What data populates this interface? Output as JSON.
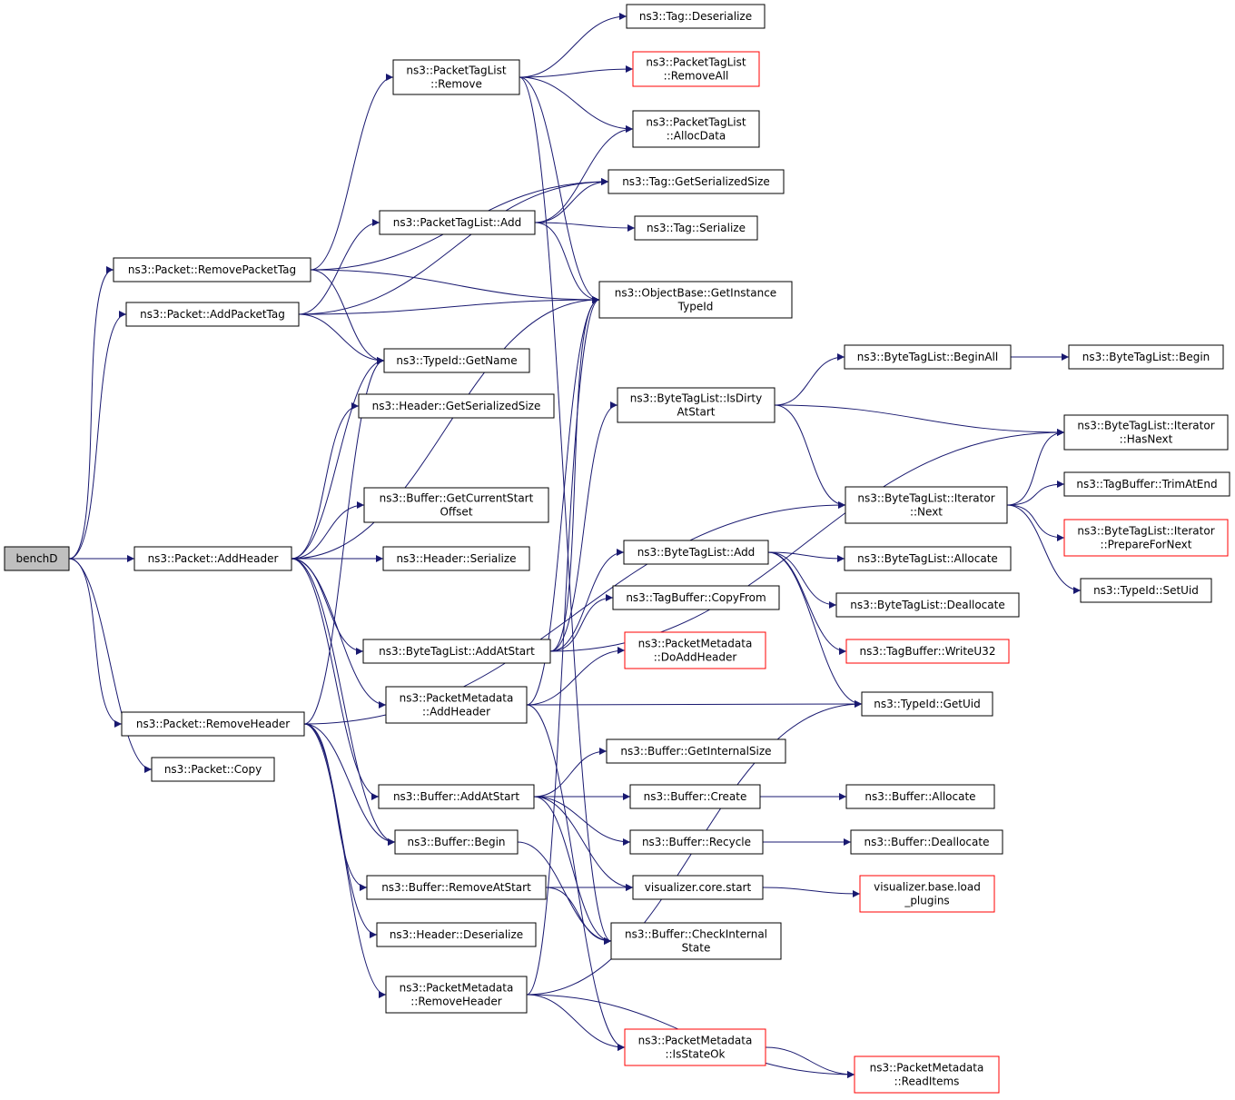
{
  "title": "",
  "colors": {
    "edge": "#191970",
    "root_fill": "#bfbfbf",
    "node_fill": "#ffffff",
    "node_border": "#000000",
    "incomplete_border": "#ff0000"
  },
  "nodes": [
    {
      "id": "benchD",
      "label": "benchD",
      "root": true
    },
    {
      "id": "rm_ptag",
      "label": "ns3::Packet::RemovePacketTag"
    },
    {
      "id": "add_ptag",
      "label": "ns3::Packet::AddPacketTag"
    },
    {
      "id": "add_hdr",
      "label": "ns3::Packet::AddHeader"
    },
    {
      "id": "rm_hdr",
      "label": "ns3::Packet::RemoveHeader"
    },
    {
      "id": "pkt_copy",
      "label": "ns3::Packet::Copy"
    },
    {
      "id": "ptl_remove",
      "label": "ns3::PacketTagList\n::Remove"
    },
    {
      "id": "ptl_add",
      "label": "ns3::PacketTagList::Add"
    },
    {
      "id": "tid_name",
      "label": "ns3::TypeId::GetName"
    },
    {
      "id": "hdr_gss",
      "label": "ns3::Header::GetSerializedSize"
    },
    {
      "id": "buf_gcso",
      "label": "ns3::Buffer::GetCurrentStart\nOffset"
    },
    {
      "id": "hdr_ser",
      "label": "ns3::Header::Serialize"
    },
    {
      "id": "btl_aas",
      "label": "ns3::ByteTagList::AddAtStart"
    },
    {
      "id": "pm_addhdr",
      "label": "ns3::PacketMetadata\n::AddHeader"
    },
    {
      "id": "buf_aas",
      "label": "ns3::Buffer::AddAtStart"
    },
    {
      "id": "buf_begin",
      "label": "ns3::Buffer::Begin"
    },
    {
      "id": "buf_ras",
      "label": "ns3::Buffer::RemoveAtStart"
    },
    {
      "id": "hdr_deser",
      "label": "ns3::Header::Deserialize"
    },
    {
      "id": "pm_rmhdr",
      "label": "ns3::PacketMetadata\n::RemoveHeader"
    },
    {
      "id": "tag_deser",
      "label": "ns3::Tag::Deserialize"
    },
    {
      "id": "ptl_rmall",
      "label": "ns3::PacketTagList\n::RemoveAll",
      "incomplete": true
    },
    {
      "id": "ptl_alloc",
      "label": "ns3::PacketTagList\n::AllocData"
    },
    {
      "id": "tag_gss",
      "label": "ns3::Tag::GetSerializedSize"
    },
    {
      "id": "tag_ser",
      "label": "ns3::Tag::Serialize"
    },
    {
      "id": "ob_git",
      "label": "ns3::ObjectBase::GetInstance\nTypeId"
    },
    {
      "id": "btl_dirty",
      "label": "ns3::ByteTagList::IsDirty\nAtStart"
    },
    {
      "id": "btl_add",
      "label": "ns3::ByteTagList::Add"
    },
    {
      "id": "tb_cf",
      "label": "ns3::TagBuffer::CopyFrom"
    },
    {
      "id": "pm_doadd",
      "label": "ns3::PacketMetadata\n::DoAddHeader",
      "incomplete": true
    },
    {
      "id": "buf_gis",
      "label": "ns3::Buffer::GetInternalSize"
    },
    {
      "id": "buf_create",
      "label": "ns3::Buffer::Create"
    },
    {
      "id": "buf_recycle",
      "label": "ns3::Buffer::Recycle"
    },
    {
      "id": "vis_start",
      "label": "visualizer.core.start"
    },
    {
      "id": "buf_cis",
      "label": "ns3::Buffer::CheckInternal\nState"
    },
    {
      "id": "pm_isok",
      "label": "ns3::PacketMetadata\n::IsStateOk",
      "incomplete": true
    },
    {
      "id": "btl_beginall",
      "label": "ns3::ByteTagList::BeginAll"
    },
    {
      "id": "btl_it_next",
      "label": "ns3::ByteTagList::Iterator\n::Next"
    },
    {
      "id": "btl_allocate",
      "label": "ns3::ByteTagList::Allocate"
    },
    {
      "id": "btl_dealloc",
      "label": "ns3::ByteTagList::Deallocate"
    },
    {
      "id": "tb_wu32",
      "label": "ns3::TagBuffer::WriteU32",
      "incomplete": true
    },
    {
      "id": "tid_getuid",
      "label": "ns3::TypeId::GetUid"
    },
    {
      "id": "buf_allocate",
      "label": "ns3::Buffer::Allocate"
    },
    {
      "id": "buf_dealloc",
      "label": "ns3::Buffer::Deallocate"
    },
    {
      "id": "vis_load",
      "label": "visualizer.base.load\n_plugins",
      "incomplete": true
    },
    {
      "id": "pm_readitems",
      "label": "ns3::PacketMetadata\n::ReadItems",
      "incomplete": true
    },
    {
      "id": "btl_begin",
      "label": "ns3::ByteTagList::Begin"
    },
    {
      "id": "btl_it_hasnext",
      "label": "ns3::ByteTagList::Iterator\n::HasNext"
    },
    {
      "id": "tb_trim",
      "label": "ns3::TagBuffer::TrimAtEnd"
    },
    {
      "id": "btl_it_pfn",
      "label": "ns3::ByteTagList::Iterator\n::PrepareForNext",
      "incomplete": true
    },
    {
      "id": "tid_setuid",
      "label": "ns3::TypeId::SetUid"
    }
  ],
  "edges": [
    [
      "benchD",
      "rm_ptag"
    ],
    [
      "benchD",
      "add_ptag"
    ],
    [
      "benchD",
      "add_hdr"
    ],
    [
      "benchD",
      "rm_hdr"
    ],
    [
      "benchD",
      "pkt_copy"
    ],
    [
      "rm_ptag",
      "ptl_remove"
    ],
    [
      "rm_ptag",
      "tag_gss"
    ],
    [
      "rm_ptag",
      "ob_git"
    ],
    [
      "rm_ptag",
      "tid_name"
    ],
    [
      "add_ptag",
      "ptl_add"
    ],
    [
      "add_ptag",
      "tag_gss"
    ],
    [
      "add_ptag",
      "ob_git"
    ],
    [
      "add_ptag",
      "tid_name"
    ],
    [
      "ptl_remove",
      "tag_deser"
    ],
    [
      "ptl_remove",
      "ptl_rmall"
    ],
    [
      "ptl_remove",
      "ptl_alloc"
    ],
    [
      "ptl_remove",
      "ob_git"
    ],
    [
      "ptl_remove",
      "buf_cis"
    ],
    [
      "ptl_add",
      "ptl_alloc"
    ],
    [
      "ptl_add",
      "tag_gss"
    ],
    [
      "ptl_add",
      "tag_ser"
    ],
    [
      "ptl_add",
      "ob_git"
    ],
    [
      "add_hdr",
      "tid_name"
    ],
    [
      "add_hdr",
      "hdr_gss"
    ],
    [
      "add_hdr",
      "buf_gcso"
    ],
    [
      "add_hdr",
      "hdr_ser"
    ],
    [
      "add_hdr",
      "ob_git"
    ],
    [
      "add_hdr",
      "btl_aas"
    ],
    [
      "add_hdr",
      "pm_addhdr"
    ],
    [
      "add_hdr",
      "buf_aas"
    ],
    [
      "add_hdr",
      "buf_begin"
    ],
    [
      "rm_hdr",
      "tid_name"
    ],
    [
      "rm_hdr",
      "btl_it_next"
    ],
    [
      "rm_hdr",
      "buf_begin"
    ],
    [
      "rm_hdr",
      "buf_ras"
    ],
    [
      "rm_hdr",
      "hdr_deser"
    ],
    [
      "rm_hdr",
      "pm_rmhdr"
    ],
    [
      "btl_aas",
      "ob_git"
    ],
    [
      "btl_aas",
      "btl_dirty"
    ],
    [
      "btl_aas",
      "btl_add"
    ],
    [
      "btl_aas",
      "tb_cf"
    ],
    [
      "btl_aas",
      "btl_it_hasnext"
    ],
    [
      "pm_addhdr",
      "pm_doadd"
    ],
    [
      "pm_addhdr",
      "tid_getuid"
    ],
    [
      "pm_addhdr",
      "ob_git"
    ],
    [
      "pm_addhdr",
      "pm_isok"
    ],
    [
      "buf_aas",
      "buf_gis"
    ],
    [
      "buf_aas",
      "buf_create"
    ],
    [
      "buf_aas",
      "buf_recycle"
    ],
    [
      "buf_aas",
      "vis_start"
    ],
    [
      "buf_aas",
      "buf_cis"
    ],
    [
      "buf_begin",
      "buf_cis"
    ],
    [
      "buf_ras",
      "vis_start"
    ],
    [
      "buf_ras",
      "buf_cis"
    ],
    [
      "pm_rmhdr",
      "tid_getuid"
    ],
    [
      "pm_rmhdr",
      "pm_isok"
    ],
    [
      "pm_rmhdr",
      "pm_readitems"
    ],
    [
      "pm_rmhdr",
      "ob_git"
    ],
    [
      "btl_dirty",
      "btl_beginall"
    ],
    [
      "btl_dirty",
      "btl_it_hasnext"
    ],
    [
      "btl_dirty",
      "btl_it_next"
    ],
    [
      "btl_add",
      "btl_allocate"
    ],
    [
      "btl_add",
      "btl_dealloc"
    ],
    [
      "btl_add",
      "tb_wu32"
    ],
    [
      "btl_add",
      "tid_getuid"
    ],
    [
      "buf_create",
      "buf_allocate"
    ],
    [
      "buf_recycle",
      "buf_dealloc"
    ],
    [
      "vis_start",
      "vis_load"
    ],
    [
      "pm_isok",
      "pm_readitems"
    ],
    [
      "btl_beginall",
      "btl_begin"
    ],
    [
      "btl_it_next",
      "btl_it_hasnext"
    ],
    [
      "btl_it_next",
      "tb_trim"
    ],
    [
      "btl_it_next",
      "btl_it_pfn"
    ],
    [
      "btl_it_next",
      "tid_setuid"
    ]
  ]
}
